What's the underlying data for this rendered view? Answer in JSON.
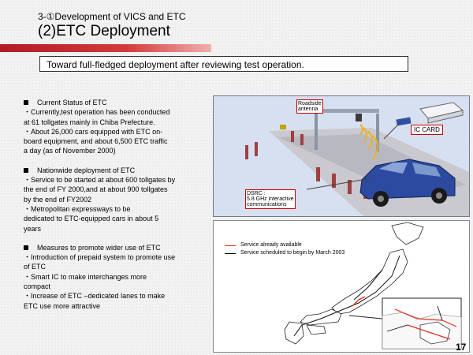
{
  "header": {
    "subtitle": "3-①Development of VICS and ETC",
    "title": "(2)ETC  Deployment"
  },
  "banner": "Toward full-fledged deployment after reviewing test operation.",
  "sections": [
    {
      "title": "Current Status of ETC",
      "body": "  ・Currently,test operation has been conducted\nat 61 tollgates mainly in Chiba Prefecture.\n  ・About 26,000 cars equipped with ETC on-\nboard equipment, and about 6,500 ETC traffic\na day (as of November 2000)"
    },
    {
      "title": "Nationwide deployment of ETC",
      "body": "  ・Service to be started at about 600 tollgates by\nthe end of FY 2000,and at about 900 tollgates\nby the end of FY2002\n  ・Metropolitan expressways to be\ndedicated to ETC-equipped cars in about 5\nyears"
    },
    {
      "title": "Measures to promote wider use of ETC",
      "body": "  ・Introduction of prepaid system to promote use\nof ETC\n  ・Smart IC to make interchanges more\ncompact\n  ・Increase of ETC –dedicated lanes to make\nETC use more attractive"
    }
  ],
  "illustration": {
    "roadside_label": "Roadside\nantenna",
    "card_label": "IC CARD",
    "dsrc_label": "DSRC :\n5.8 GHz interactive\ncommunications"
  },
  "map": {
    "legend": [
      {
        "label": "Service already available",
        "color": "#e03020"
      },
      {
        "label": "Service scheduled to begin by March 2003",
        "color": "#000000"
      }
    ]
  },
  "page_number": "17"
}
